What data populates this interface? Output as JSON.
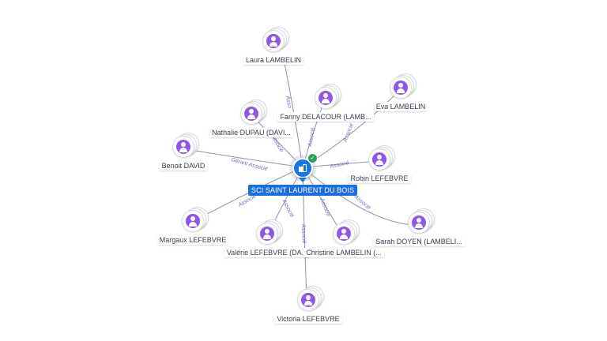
{
  "company": {
    "name": "SCI SAINT LAURENT DU BOIS",
    "icon": "building-icon",
    "badge_icon": "check-icon",
    "accent_color": "#1a6fe0"
  },
  "people": [
    {
      "name": "Laura LAMBELIN",
      "relation": "Asso"
    },
    {
      "name": "Fanny DELACOUR (LAMB...",
      "relation": "Associé"
    },
    {
      "name": "Eva LAMBELIN",
      "relation": "Associé"
    },
    {
      "name": "Nathalie DUPAU (DAVI...",
      "relation": "Associé"
    },
    {
      "name": "Benoit DAVID",
      "relation": "Gérant Associé"
    },
    {
      "name": "Robin LEFEBVRE",
      "relation": "Associé"
    },
    {
      "name": "Margaux LEFEBVRE",
      "relation": "Associé"
    },
    {
      "name": "Valérie LEFEBVRE (DA...",
      "relation": "Associé"
    },
    {
      "name": "Christine LAMBELIN (...",
      "relation": "Associé"
    },
    {
      "name": "Sarah DOYEN (LAMBELI...",
      "relation": "Associé"
    },
    {
      "name": "Victoria LEFEBVRE",
      "relation": "Associé"
    }
  ],
  "colors": {
    "person_avatar": "#8e56e9",
    "edge": "#8a94a6",
    "edge_label": "#6b6fb5"
  }
}
